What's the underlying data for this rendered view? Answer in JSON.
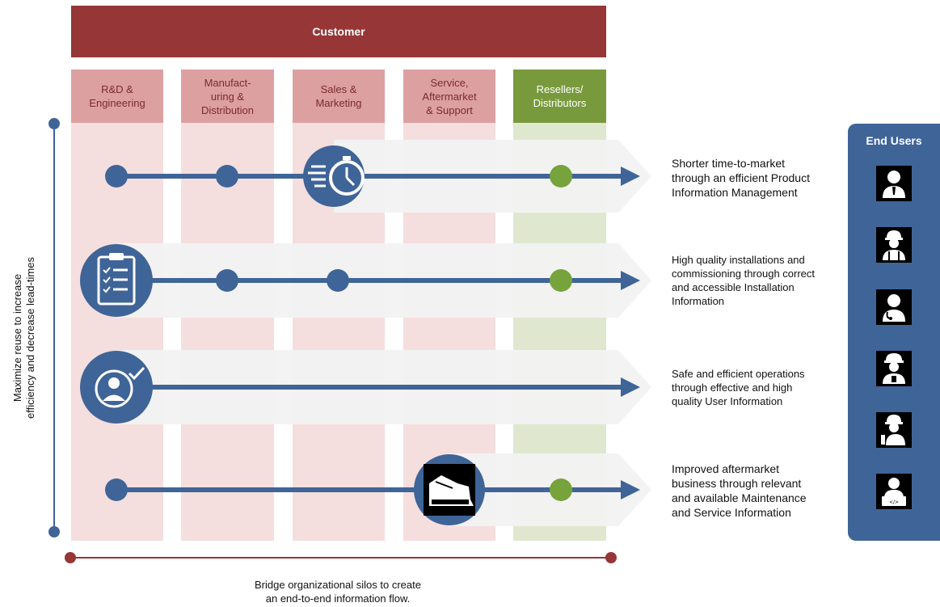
{
  "banner": {
    "label": "Customer"
  },
  "columns": [
    {
      "label": "R&D &\nEngineering",
      "kind": "pink"
    },
    {
      "label": "Manufact-\nuring &\nDistribution",
      "kind": "pink"
    },
    {
      "label": "Sales &\nMarketing",
      "kind": "pink"
    },
    {
      "label": "Service,\nAftermarket\n& Support",
      "kind": "pink"
    },
    {
      "label": "Resellers/\nDistributors",
      "kind": "green"
    }
  ],
  "outcomes": [
    "Shorter time-to-market\nthrough an efficient Product\nInformation Management",
    "High quality installations and\ncommissioning through correct\nand accessible Installation\nInformation",
    "Safe and efficient operations\nthrough effective and high\nquality User Information",
    "Improved aftermarket\nbusiness through relevant\nand available Maintenance\nand Service Information"
  ],
  "end_users": {
    "title": "End Users",
    "icons": [
      "manager-icon",
      "engineer-icon",
      "doctor-icon",
      "worker-icon",
      "mechanic-icon",
      "technician-laptop-icon"
    ]
  },
  "left_axis_label": "Maximize reuse to increase\nefficiency and decrease lead-times",
  "bottom_axis_label": "Bridge organizational silos to create\nan end-to-end information flow.",
  "colors": {
    "banner": "#963637",
    "column_pink": "#dda0a1",
    "column_green": "#789a3c",
    "flow_blue": "#3f6498",
    "node_green": "#76a33b",
    "axis_red": "#963637"
  },
  "flows": [
    {
      "icon": "stopwatch-icon"
    },
    {
      "icon": "clipboard-checklist-icon"
    },
    {
      "icon": "user-check-icon"
    },
    {
      "icon": "bulldozer-icon"
    }
  ]
}
